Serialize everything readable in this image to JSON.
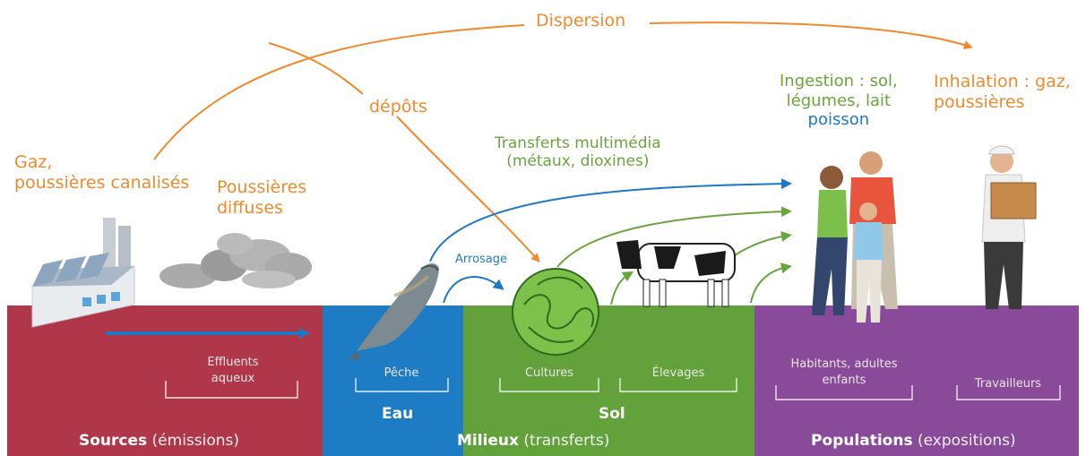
{
  "top": {
    "dispersion": "Dispersion",
    "depots": "dépôts",
    "gaz_line1": "Gaz,",
    "gaz_line2": "poussières canalisés",
    "diffuses_line1": "Poussières",
    "diffuses_line2": "diffuses",
    "transferts_line1": "Transferts multimédia",
    "transferts_line2": "(métaux, dioxines)",
    "arrosage": "Arrosage",
    "ingestion_line1": "Ingestion : sol,",
    "ingestion_line2": "légumes, lait",
    "ingestion_line3": "poisson",
    "inhalation_line1": "Inhalation : gaz,",
    "inhalation_line2": "poussières"
  },
  "bands": {
    "sources": {
      "bold": "Sources",
      "light": "(émissions)",
      "sub_line1": "Effluents",
      "sub_line2": "aqueux",
      "color": "#b0364a"
    },
    "eau": {
      "title": "Eau",
      "sub": "Pêche",
      "color": "#1d7cc4"
    },
    "sol": {
      "title": "Sol",
      "sub_cultures": "Cultures",
      "sub_elevages": "Élevages",
      "color": "#63a23a"
    },
    "milieux": {
      "bold": "Milieux",
      "light": "(transferts)"
    },
    "populations": {
      "bold": "Populations",
      "light": "(expositions)",
      "sub_habitants_line1": "Habitants, adultes",
      "sub_habitants_line2": "enfants",
      "sub_travailleurs": "Travailleurs",
      "color": "#8a4a9a"
    }
  },
  "icons": {
    "factory": "factory-icon",
    "cloud": "dust-cloud-icon",
    "fish": "fish-icon",
    "lettuce": "lettuce-icon",
    "cow": "cow-icon",
    "family": "family-icon",
    "worker": "worker-icon"
  },
  "colors": {
    "orange": "#ef8a2e",
    "green": "#6aa43c",
    "blue": "#1f78c4"
  }
}
